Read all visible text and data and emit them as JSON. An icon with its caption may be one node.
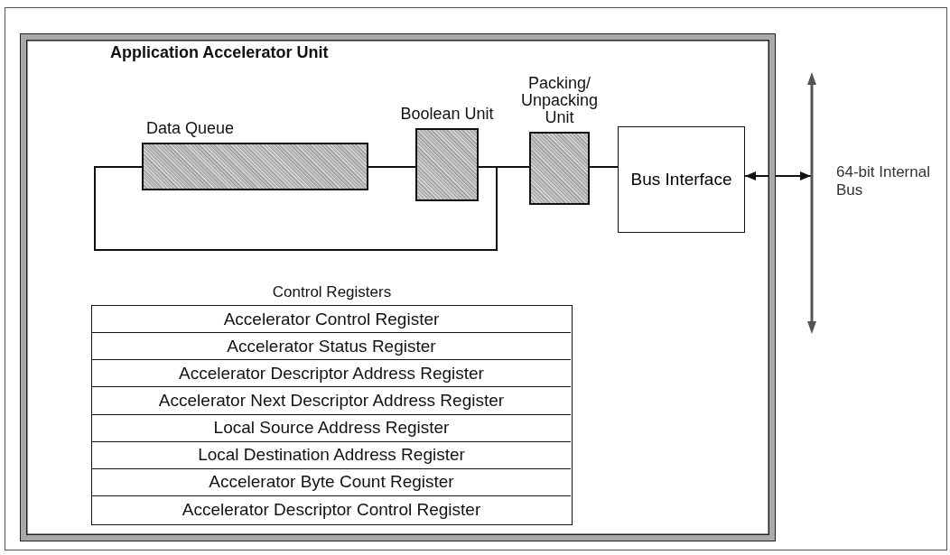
{
  "diagram": {
    "nodes": [
      {
        "text": [
          "Application Accelerator Unit"
        ]
      },
      {
        "text": [
          "Data Queue"
        ],
        "in": 0
      },
      {
        "text": [
          "Boolean Unit"
        ],
        "in": 0
      },
      {
        "text": [
          "Packing/ Unpacking Unit"
        ],
        "in": 0
      },
      {
        "text": [
          "Bus Interface"
        ],
        "in": 0
      },
      {
        "text": [],
        "shape": "bar",
        "beside": [
          "64-bit Internal Bus"
        ]
      },
      {
        "text": [
          "Control Registers"
        ],
        "in": 0
      },
      {
        "text": [
          "Accelerator Control Register"
        ],
        "in": 6
      },
      {
        "text": [
          "Accelerator Status Register"
        ],
        "in": 6
      },
      {
        "text": [
          "Accelerator Descriptor Address Register"
        ],
        "in": 6
      },
      {
        "text": [
          "Accelerator Next Descriptor Address Register"
        ],
        "in": 6
      },
      {
        "text": [
          "Local Source Address Register"
        ],
        "in": 6
      },
      {
        "text": [
          "Local Destination Address Register"
        ],
        "in": 6
      },
      {
        "text": [
          "Accelerator Byte Count Register"
        ],
        "in": 6
      },
      {
        "text": [
          "Accelerator Descriptor Control Register"
        ],
        "in": 6
      }
    ],
    "edges": [
      {
        "from": 1,
        "to": 2,
        "arrow": "none"
      },
      {
        "from": 2,
        "to": 3,
        "arrow": "none"
      },
      {
        "from": 3,
        "to": 4,
        "arrow": "none"
      },
      {
        "from": 2,
        "to": 1,
        "arrow": "none"
      },
      {
        "from": 4,
        "to": 5,
        "arrow": "both"
      }
    ]
  }
}
